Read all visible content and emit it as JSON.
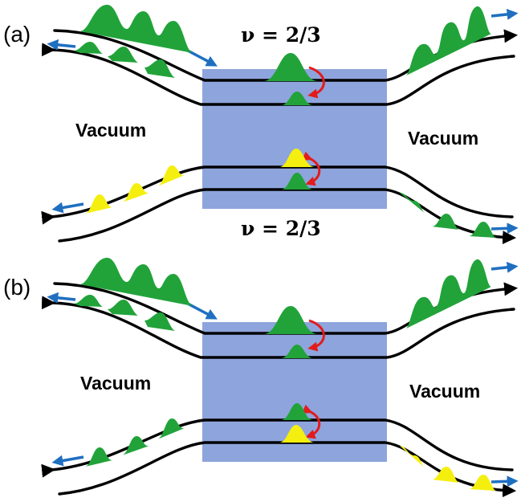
{
  "panels": [
    {
      "label": "(a)",
      "left_region": "Vacuum",
      "right_region": "Vacuum",
      "filling": "ν = 2/3"
    },
    {
      "label": "(b)",
      "left_region": "Vacuum",
      "right_region": "Vacuum",
      "filling": "ν = 2/3"
    }
  ],
  "colors": {
    "sample": "#8ea4dc",
    "green_packet": "#21a33a",
    "yellow_packet": "#f4ef0f",
    "arrow_blue": "#1f6fc1",
    "arrow_red": "#e31b1b",
    "edge": "#000000"
  },
  "icons": {
    "propagation": "blue-arrow-icon",
    "tunneling": "red-curved-arrow-icon",
    "direction": "black-arrowhead-icon"
  }
}
